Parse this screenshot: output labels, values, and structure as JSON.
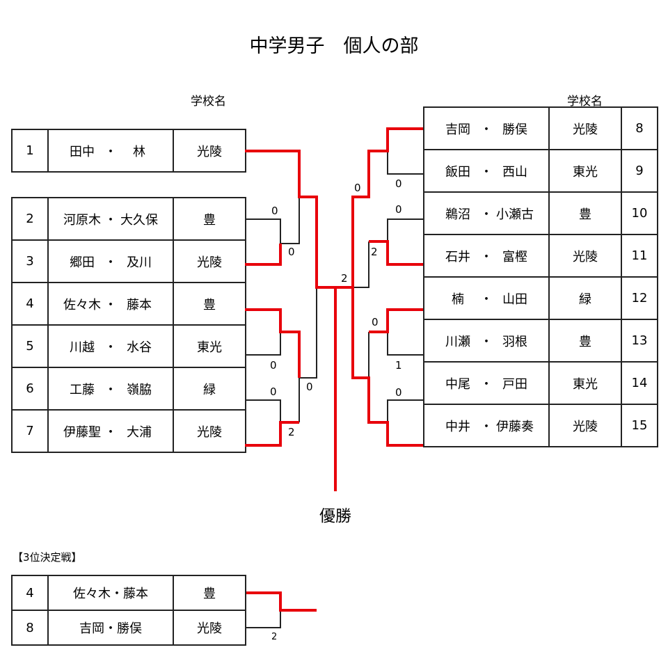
{
  "title": "中学男子　個人の部",
  "headers": {
    "left_school": "学校名",
    "right_school": "学校名"
  },
  "left_block1": [
    {
      "seed": "1",
      "name1": "田中",
      "name2": "林",
      "school": "光陵"
    }
  ],
  "left_block2": [
    {
      "seed": "2",
      "name1": "河原木",
      "name2": "大久保",
      "school": "豊"
    },
    {
      "seed": "3",
      "name1": "郷田",
      "name2": "及川",
      "school": "光陵"
    },
    {
      "seed": "4",
      "name1": "佐々木",
      "name2": "藤本",
      "school": "豊"
    },
    {
      "seed": "5",
      "name1": "川越",
      "name2": "水谷",
      "school": "東光"
    },
    {
      "seed": "6",
      "name1": "工藤",
      "name2": "嶺脇",
      "school": "緑"
    },
    {
      "seed": "7",
      "name1": "伊藤聖",
      "name2": "大浦",
      "school": "光陵"
    }
  ],
  "right_block": [
    {
      "seed": "8",
      "name1": "吉岡",
      "name2": "勝俣",
      "school": "光陵"
    },
    {
      "seed": "9",
      "name1": "飯田",
      "name2": "西山",
      "school": "東光"
    },
    {
      "seed": "10",
      "name1": "鵜沼",
      "name2": "小瀬古",
      "school": "豊"
    },
    {
      "seed": "11",
      "name1": "石井",
      "name2": "富樫",
      "school": "光陵"
    },
    {
      "seed": "12",
      "name1": "楠",
      "name2": "山田",
      "school": "緑"
    },
    {
      "seed": "13",
      "name1": "川瀬",
      "name2": "羽根",
      "school": "豊"
    },
    {
      "seed": "14",
      "name1": "中尾",
      "name2": "戸田",
      "school": "東光"
    },
    {
      "seed": "15",
      "name1": "中井",
      "name2": "伊藤奏",
      "school": "光陵"
    }
  ],
  "separator": "・",
  "scores": {
    "l_2v3_top": "0",
    "l_2v3_bot": "0",
    "l_4v5_bot": "0",
    "l_6v7_top": "0",
    "l_6v7_bot": "2",
    "l_semi_bot": "0",
    "final_left": "2",
    "r_8v9_bot": "0",
    "r_10v11_top": "0",
    "r_10v11_bot": "2",
    "r_semi1_top": "0",
    "r_12v13_top": "0",
    "r_12v13_bot": "1",
    "r_14v15_top": "0"
  },
  "champion": "優勝",
  "third_place": {
    "label": "【3位決定戦】",
    "rows": [
      {
        "seed": "4",
        "pair": "佐々木・藤本",
        "school": "豊"
      },
      {
        "seed": "8",
        "pair": "吉岡・勝俣",
        "school": "光陵"
      }
    ],
    "score": "2"
  },
  "colors": {
    "win_line": "#e8000b",
    "lose_line": "#222222"
  }
}
